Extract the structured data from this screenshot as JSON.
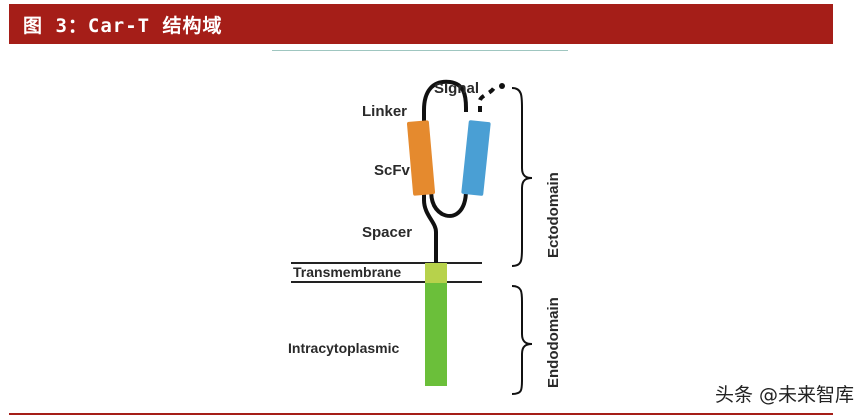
{
  "header": {
    "title": "图 3：Car-T 结构域",
    "bar_color": "#a51e18"
  },
  "diagram": {
    "labels": {
      "signal": "SIgnal",
      "linker": "Linker",
      "scfv": "ScFv",
      "spacer": "Spacer",
      "transmembrane": "Transmembrane",
      "intracytoplasmic": "Intracytoplasmic",
      "ectodomain": "Ectodomain",
      "endodomain": "Endodomain"
    },
    "colors": {
      "scfv_left": "#e58a2e",
      "scfv_right": "#4a9fd4",
      "transmembrane": "#b7d24b",
      "intracytoplasmic": "#6bbf3a"
    }
  },
  "watermark": "头条 @未来智库"
}
